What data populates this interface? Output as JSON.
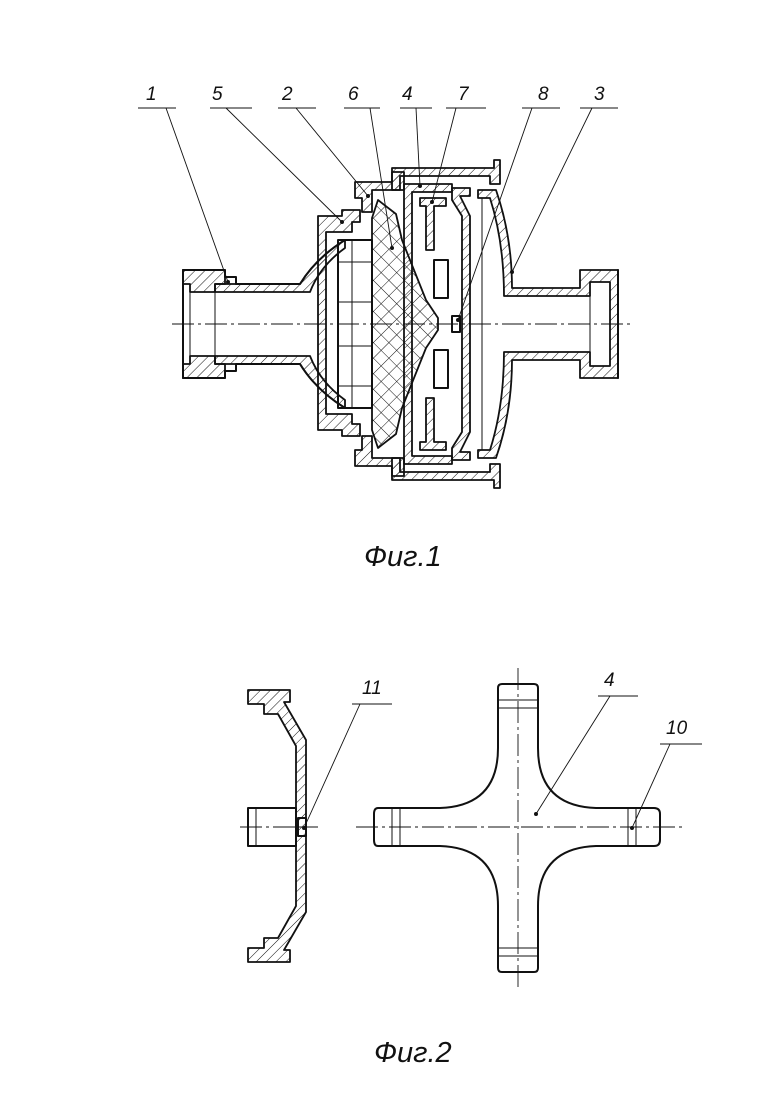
{
  "figure1": {
    "caption": "Фиг.1",
    "labels": [
      {
        "id": "1",
        "text": "1"
      },
      {
        "id": "5",
        "text": "5"
      },
      {
        "id": "2",
        "text": "2"
      },
      {
        "id": "6",
        "text": "6"
      },
      {
        "id": "4",
        "text": "4"
      },
      {
        "id": "7",
        "text": "7"
      },
      {
        "id": "8",
        "text": "8"
      },
      {
        "id": "3",
        "text": "3"
      }
    ]
  },
  "figure2": {
    "caption": "Фиг.2",
    "labels": [
      {
        "id": "11",
        "text": "11"
      },
      {
        "id": "4",
        "text": "4"
      },
      {
        "id": "10",
        "text": "10"
      }
    ]
  }
}
